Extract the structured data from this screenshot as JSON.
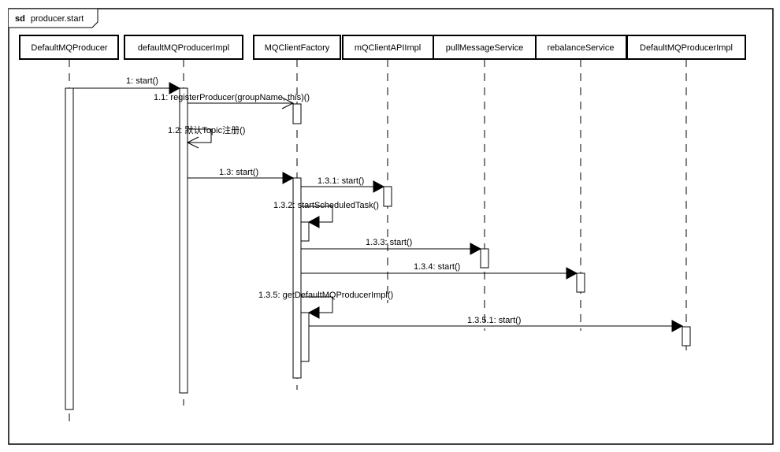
{
  "frame": {
    "keyword": "sd",
    "name": "producer.start"
  },
  "lifelines": [
    {
      "id": "l0",
      "name": "DefaultMQProducer"
    },
    {
      "id": "l1",
      "name": "defaultMQProducerImpl"
    },
    {
      "id": "l2",
      "name": "MQClientFactory"
    },
    {
      "id": "l3",
      "name": "mQClientAPIImpl"
    },
    {
      "id": "l4",
      "name": "pullMessageService"
    },
    {
      "id": "l5",
      "name": "rebalanceService"
    },
    {
      "id": "l6",
      "name": "DefaultMQProducerImpl"
    }
  ],
  "messages": [
    {
      "label": "1: start()",
      "from": 0,
      "to": 1,
      "kind": "sync"
    },
    {
      "label": "1.1: registerProducer(groupName, this)()",
      "from": 1,
      "to": 2,
      "kind": "async"
    },
    {
      "label": "1.2: 默认Topic注册()",
      "from": 1,
      "to": 1,
      "kind": "self-async"
    },
    {
      "label": "1.3: start()",
      "from": 1,
      "to": 2,
      "kind": "sync"
    },
    {
      "label": "1.3.1: start()",
      "from": 2,
      "to": 3,
      "kind": "sync"
    },
    {
      "label": "1.3.2: startScheduledTask()",
      "from": 2,
      "to": 2,
      "kind": "self-sync"
    },
    {
      "label": "1.3.3: start()",
      "from": 2,
      "to": 4,
      "kind": "sync"
    },
    {
      "label": "1.3.4: start()",
      "from": 2,
      "to": 5,
      "kind": "sync"
    },
    {
      "label": "1.3.5: getDefaultMQProducerImpl()",
      "from": 2,
      "to": 2,
      "kind": "self-sync"
    },
    {
      "label": "1.3.5.1: start()",
      "from": 2,
      "to": 6,
      "kind": "sync"
    }
  ],
  "colors": {
    "line": "#000000",
    "background": "#ffffff"
  }
}
